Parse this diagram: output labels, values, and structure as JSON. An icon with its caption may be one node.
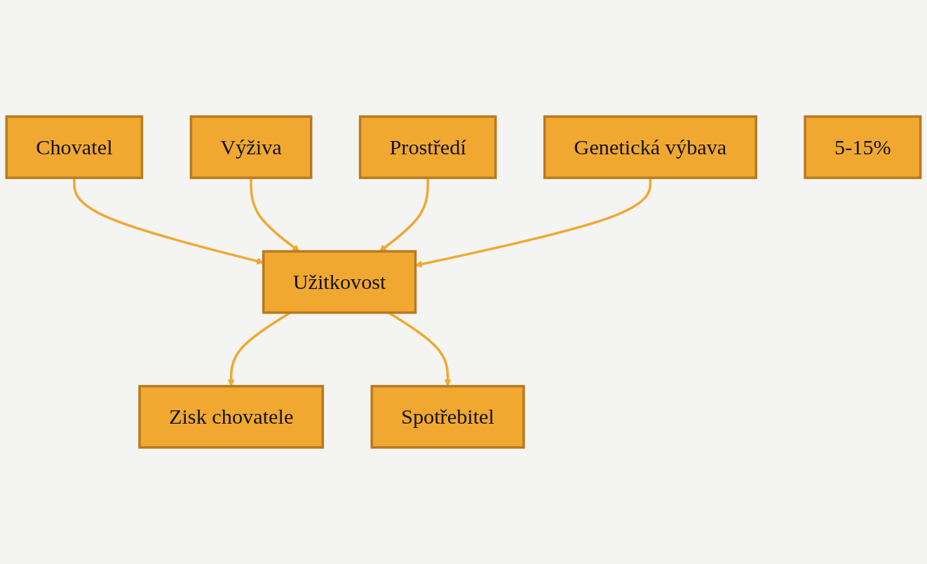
{
  "diagram": {
    "nodes": [
      {
        "text": [
          "Chovatel"
        ]
      },
      {
        "text": [
          "Výživa"
        ]
      },
      {
        "text": [
          "Prostředí"
        ]
      },
      {
        "text": [
          "Užitkovost"
        ]
      },
      {
        "text": [
          "Genetická výbava"
        ]
      },
      {
        "text": [
          "5-15%"
        ]
      },
      {
        "text": [
          "Zisk chovatele"
        ]
      },
      {
        "text": [
          "Spotřebitel"
        ]
      }
    ],
    "edges": [
      {
        "from": 0,
        "to": 3,
        "arrow": "to"
      },
      {
        "from": 1,
        "to": 3,
        "arrow": "to"
      },
      {
        "from": 2,
        "to": 3,
        "arrow": "to"
      },
      {
        "from": 4,
        "to": 3,
        "arrow": "to"
      },
      {
        "from": 3,
        "to": 6,
        "arrow": "to"
      },
      {
        "from": 3,
        "to": 7,
        "arrow": "to"
      }
    ]
  }
}
